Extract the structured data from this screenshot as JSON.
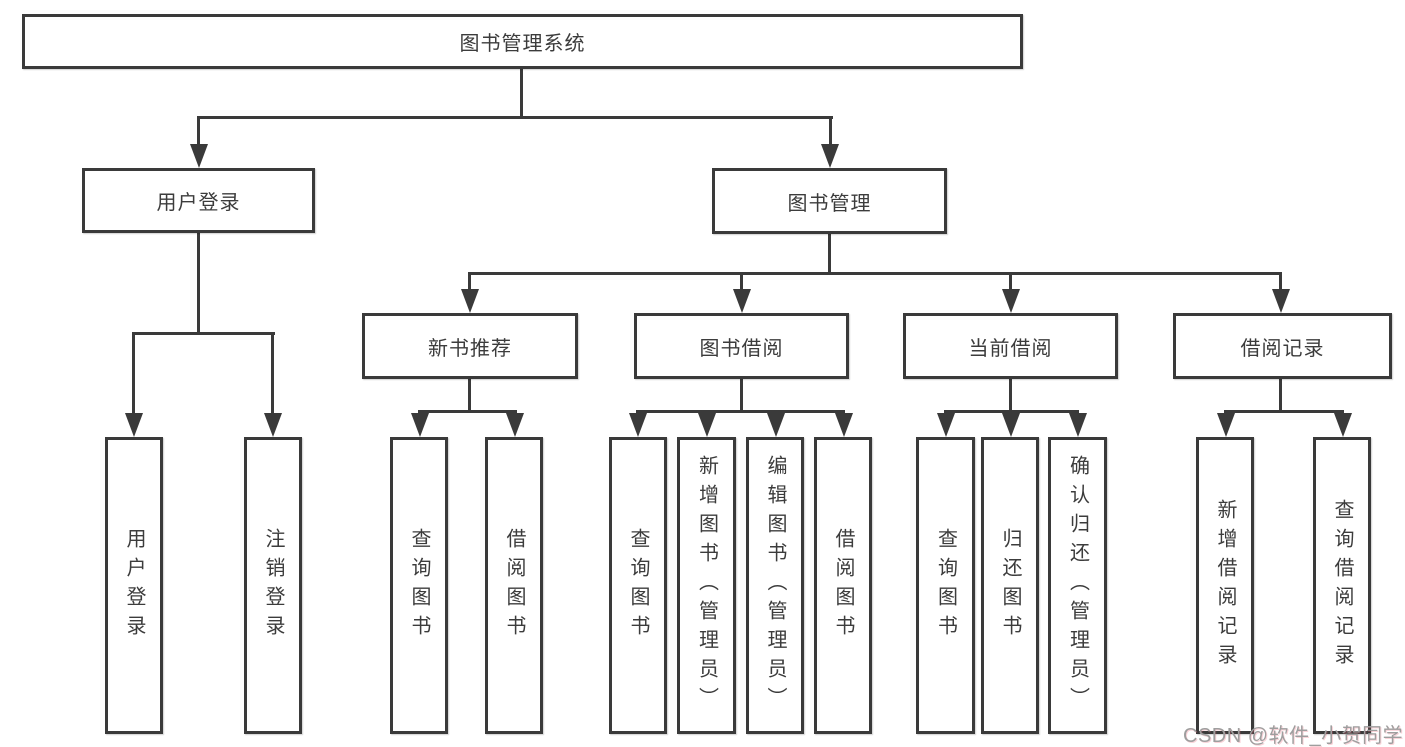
{
  "tree": {
    "label": "图书管理系统",
    "children": [
      {
        "label": "用户登录",
        "children": [
          {
            "label": "用户登录"
          },
          {
            "label": "注销登录"
          }
        ]
      },
      {
        "label": "图书管理",
        "children": [
          {
            "label": "新书推荐",
            "children": [
              {
                "label": "查询图书"
              },
              {
                "label": "借阅图书"
              }
            ]
          },
          {
            "label": "图书借阅",
            "children": [
              {
                "label": "查询图书"
              },
              {
                "label": "新增图书（管理员）"
              },
              {
                "label": "编辑图书（管理员）"
              },
              {
                "label": "借阅图书"
              }
            ]
          },
          {
            "label": "当前借阅",
            "children": [
              {
                "label": "查询图书"
              },
              {
                "label": "归还图书"
              },
              {
                "label": "确认归还（管理员）"
              }
            ]
          },
          {
            "label": "借阅记录",
            "children": [
              {
                "label": "新增借阅记录"
              },
              {
                "label": "查询借阅记录"
              }
            ]
          }
        ]
      }
    ]
  },
  "watermark": {
    "text": "CSDN @软件_小贺同学"
  },
  "colors": {
    "line": "#3a3a3a",
    "box_border": "#3a3a3a",
    "text": "#3c3c3c",
    "watermark": "#9e9e9e",
    "background": "#ffffff"
  }
}
